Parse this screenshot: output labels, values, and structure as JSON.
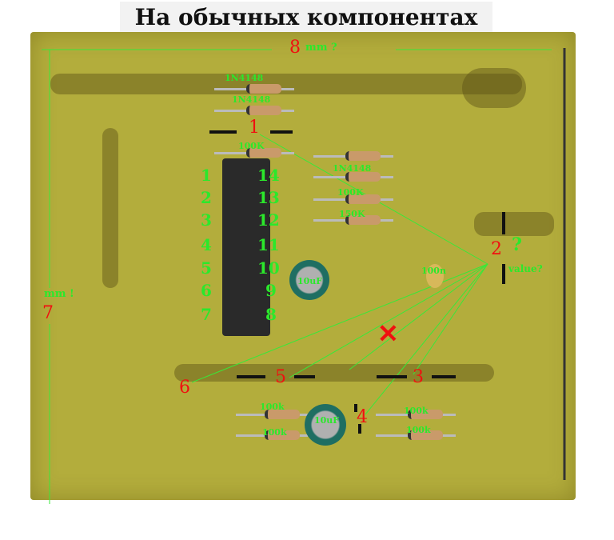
{
  "title": "На обычных компонентах",
  "components": {
    "d1": "1N4148",
    "d2": "1N4148",
    "d3": "1N4148",
    "r1": "100K",
    "r2": "100K",
    "r3": "150K",
    "c1": "10uF",
    "c2": "10uF",
    "c3": "100n",
    "r4": "100k",
    "r5": "100k",
    "r6": "100k",
    "r7": "100k"
  },
  "ic_pins_left": [
    "1",
    "2",
    "3",
    "4",
    "5",
    "6",
    "7"
  ],
  "ic_pins_right": [
    "14",
    "13",
    "12",
    "11",
    "10",
    "9",
    "8"
  ],
  "markers": {
    "m1": "1",
    "m2": "2",
    "m3": "3",
    "m4": "4",
    "m5": "5",
    "m6": "6",
    "m7": "7",
    "m8": "8"
  },
  "notes": {
    "mm_top": "mm ?",
    "mm_left": "mm !",
    "value": "value?",
    "question": "?",
    "cross": "✕"
  }
}
